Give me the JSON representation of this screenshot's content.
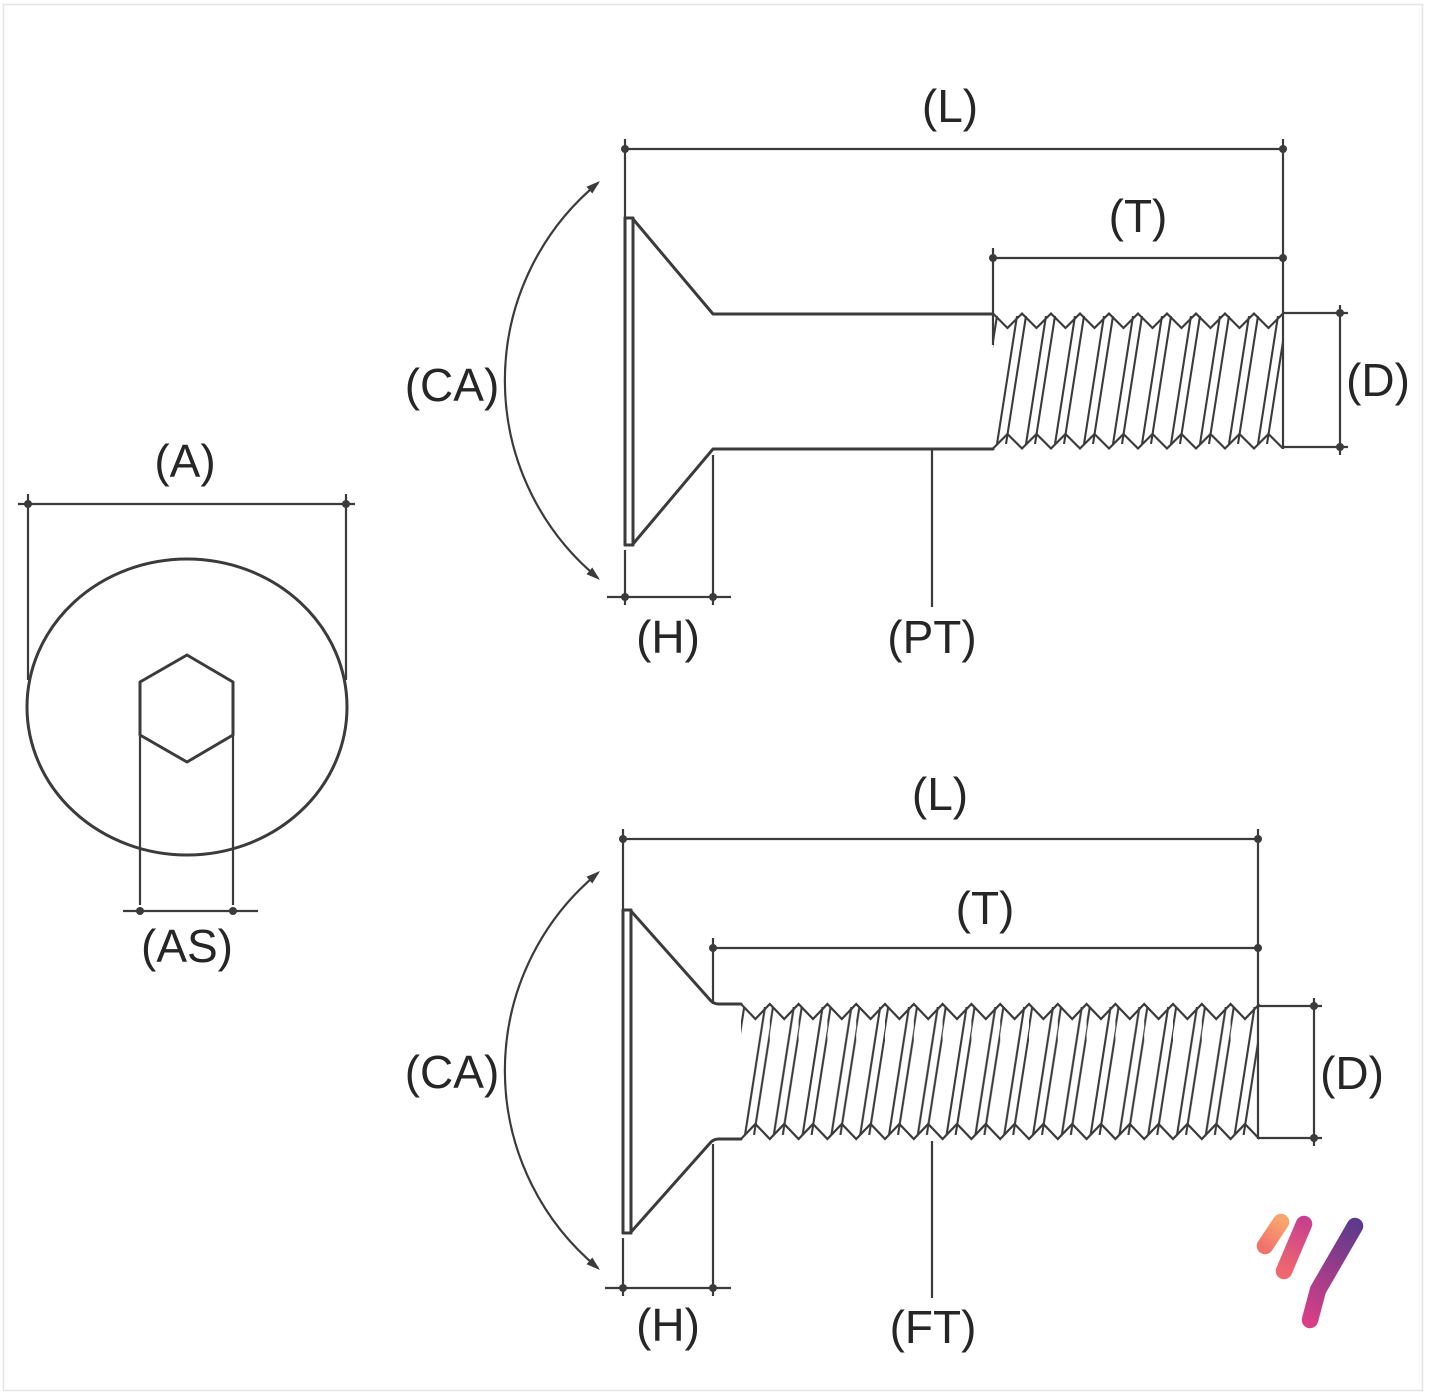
{
  "page": {
    "background": "#ffffff",
    "frame_color": "#e4e4e4",
    "drawing_line_color": "#3b3b3b",
    "text_color": "#262626"
  },
  "views": {
    "head_top_view": {
      "labels": {
        "head_diameter": "(A)",
        "socket_width": "(AS)"
      }
    },
    "partial_thread_side_view": {
      "labels": {
        "overall_length": "(L)",
        "thread_length": "(T)",
        "countersink_angle": "(CA)",
        "thread_diameter": "(D)",
        "head_height": "(H)",
        "thread_note": "(PT)"
      }
    },
    "full_thread_side_view": {
      "labels": {
        "overall_length": "(L)",
        "thread_length": "(T)",
        "countersink_angle": "(CA)",
        "thread_diameter": "(D)",
        "head_height": "(H)",
        "thread_note": "(FT)"
      }
    }
  },
  "logo": {
    "stroke1_colors": [
      "#F7A46E",
      "#F2736D"
    ],
    "stroke2_colors": [
      "#C9418C",
      "#F0686F"
    ],
    "stroke3_colors": [
      "#5E3A8C",
      "#D83F87"
    ]
  }
}
